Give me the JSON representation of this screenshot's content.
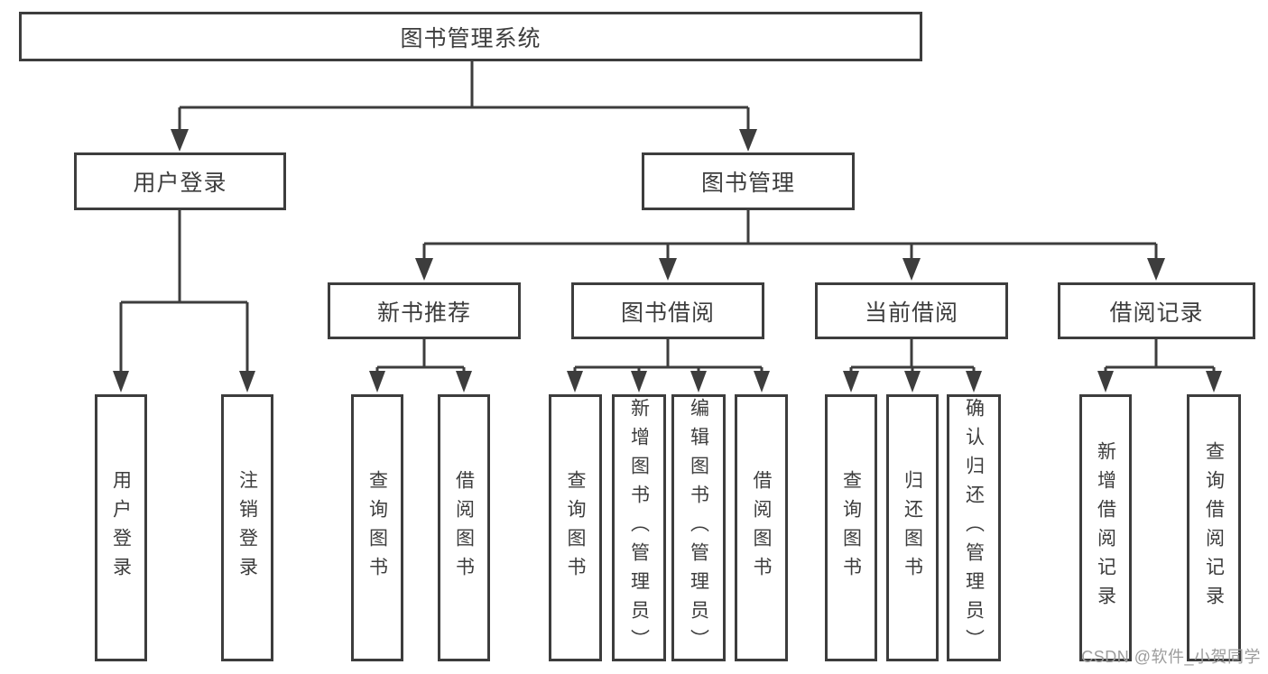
{
  "diagram_title": "图书管理系统",
  "nodes": {
    "root": {
      "label": "图书管理系统"
    },
    "user_login": {
      "label": "用户登录"
    },
    "book_mgmt": {
      "label": "图书管理"
    },
    "new_books": {
      "label": "新书推荐"
    },
    "book_borrow": {
      "label": "图书借阅"
    },
    "current_borrow": {
      "label": "当前借阅"
    },
    "borrow_records": {
      "label": "借阅记录"
    },
    "leaf_user_login": {
      "label": "用户登录"
    },
    "leaf_logout": {
      "label": "注销登录"
    },
    "leaf_nb_query": {
      "label": "查询图书"
    },
    "leaf_nb_borrow": {
      "label": "借阅图书"
    },
    "leaf_bb_query": {
      "label": "查询图书"
    },
    "leaf_bb_add": {
      "label": "新增图书（管理员）"
    },
    "leaf_bb_edit": {
      "label": "编辑图书（管理员）"
    },
    "leaf_bb_borrow": {
      "label": "借阅图书"
    },
    "leaf_cb_query": {
      "label": "查询图书"
    },
    "leaf_cb_return": {
      "label": "归还图书"
    },
    "leaf_cb_confirm": {
      "label": "确认归还（管理员）"
    },
    "leaf_br_add": {
      "label": "新增借阅记录"
    },
    "leaf_br_query": {
      "label": "查询借阅记录"
    }
  },
  "hierarchy": {
    "图书管理系统": {
      "用户登录": [
        "用户登录",
        "注销登录"
      ],
      "图书管理": {
        "新书推荐": [
          "查询图书",
          "借阅图书"
        ],
        "图书借阅": [
          "查询图书",
          "新增图书（管理员）",
          "编辑图书（管理员）",
          "借阅图书"
        ],
        "当前借阅": [
          "查询图书",
          "归还图书",
          "确认归还（管理员）"
        ],
        "借阅记录": [
          "新增借阅记录",
          "查询借阅记录"
        ]
      }
    }
  },
  "watermark": {
    "text": "CSDN @软件_小贺同学"
  },
  "colors": {
    "line": "#3d3d3d",
    "text": "#3d3d3d",
    "watermark": "#9c9c9c",
    "background": "#ffffff"
  }
}
